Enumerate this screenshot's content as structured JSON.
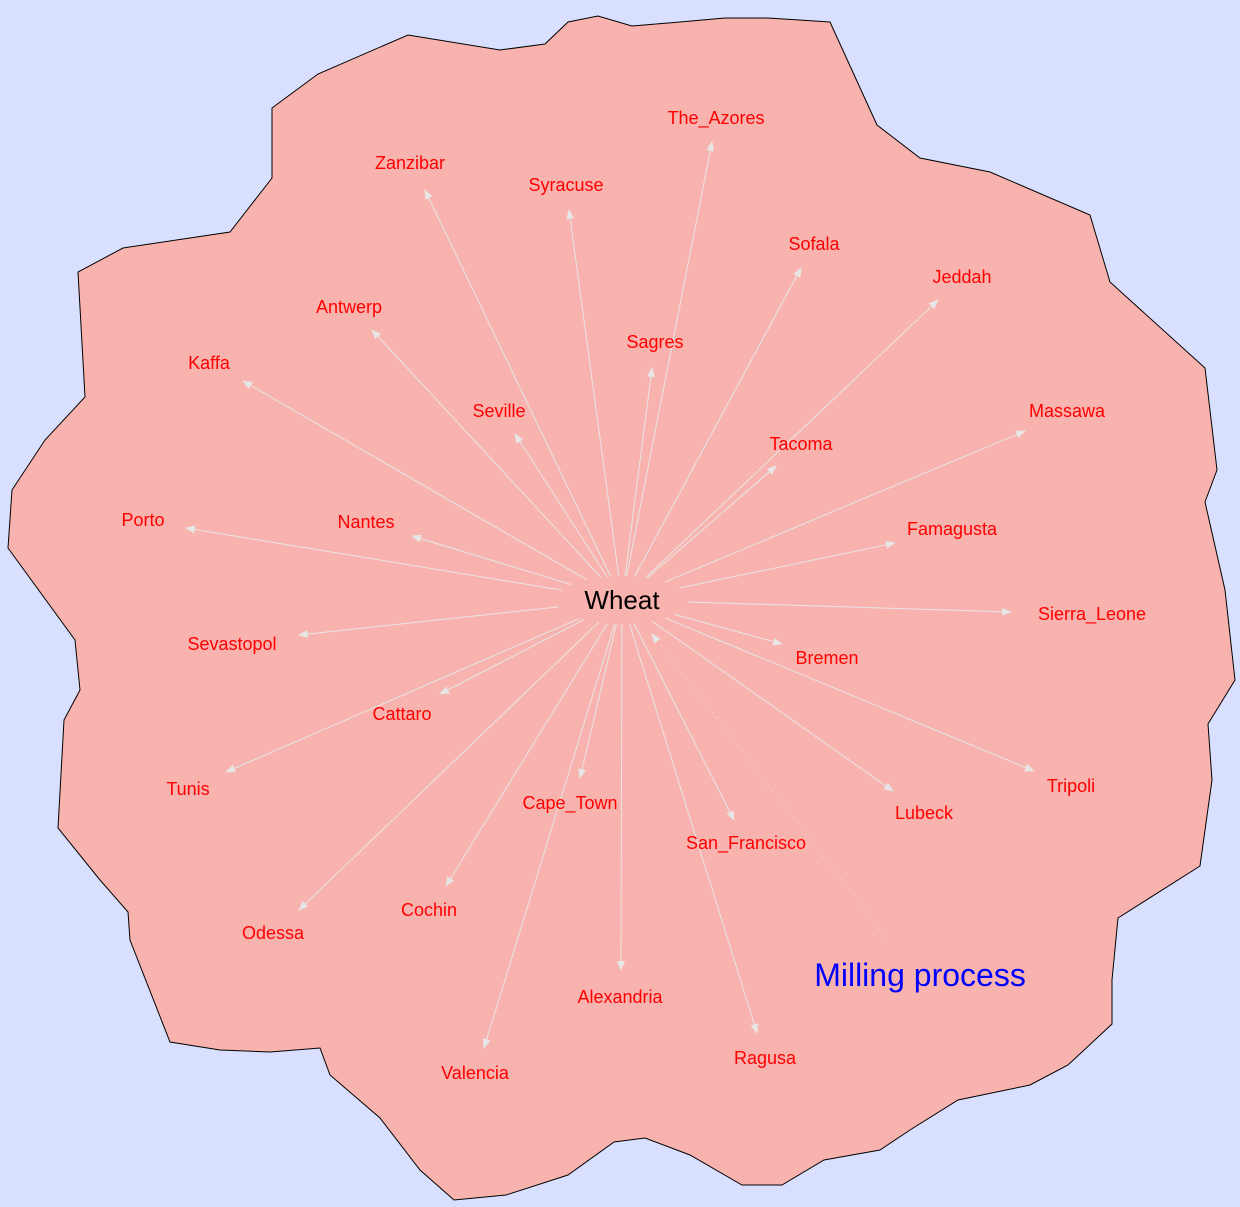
{
  "colors": {
    "background": "#d9e0ff",
    "blob_fill": "#f9b3ae",
    "blob_stroke": "#000000",
    "edge": "#e6e6e6",
    "node_text": "#ff0000",
    "center_text": "#000000",
    "process_text": "#0000ff"
  },
  "center": {
    "label": "Wheat"
  },
  "process": {
    "label": "Milling process"
  },
  "nodes": [
    {
      "id": "the-azores",
      "label": "The_Azores"
    },
    {
      "id": "zanzibar",
      "label": "Zanzibar"
    },
    {
      "id": "syracuse",
      "label": "Syracuse"
    },
    {
      "id": "sofala",
      "label": "Sofala"
    },
    {
      "id": "jeddah",
      "label": "Jeddah"
    },
    {
      "id": "antwerp",
      "label": "Antwerp"
    },
    {
      "id": "sagres",
      "label": "Sagres"
    },
    {
      "id": "kaffa",
      "label": "Kaffa"
    },
    {
      "id": "seville",
      "label": "Seville"
    },
    {
      "id": "massawa",
      "label": "Massawa"
    },
    {
      "id": "tacoma",
      "label": "Tacoma"
    },
    {
      "id": "porto",
      "label": "Porto"
    },
    {
      "id": "nantes",
      "label": "Nantes"
    },
    {
      "id": "famagusta",
      "label": "Famagusta"
    },
    {
      "id": "sierra-leone",
      "label": "Sierra_Leone"
    },
    {
      "id": "sevastopol",
      "label": "Sevastopol"
    },
    {
      "id": "bremen",
      "label": "Bremen"
    },
    {
      "id": "cattaro",
      "label": "Cattaro"
    },
    {
      "id": "tunis",
      "label": "Tunis"
    },
    {
      "id": "tripoli",
      "label": "Tripoli"
    },
    {
      "id": "cape-town",
      "label": "Cape_Town"
    },
    {
      "id": "lubeck",
      "label": "Lubeck"
    },
    {
      "id": "san-francisco",
      "label": "San_Francisco"
    },
    {
      "id": "cochin",
      "label": "Cochin"
    },
    {
      "id": "odessa",
      "label": "Odessa"
    },
    {
      "id": "alexandria",
      "label": "Alexandria"
    },
    {
      "id": "valencia",
      "label": "Valencia"
    },
    {
      "id": "ragusa",
      "label": "Ragusa"
    }
  ]
}
